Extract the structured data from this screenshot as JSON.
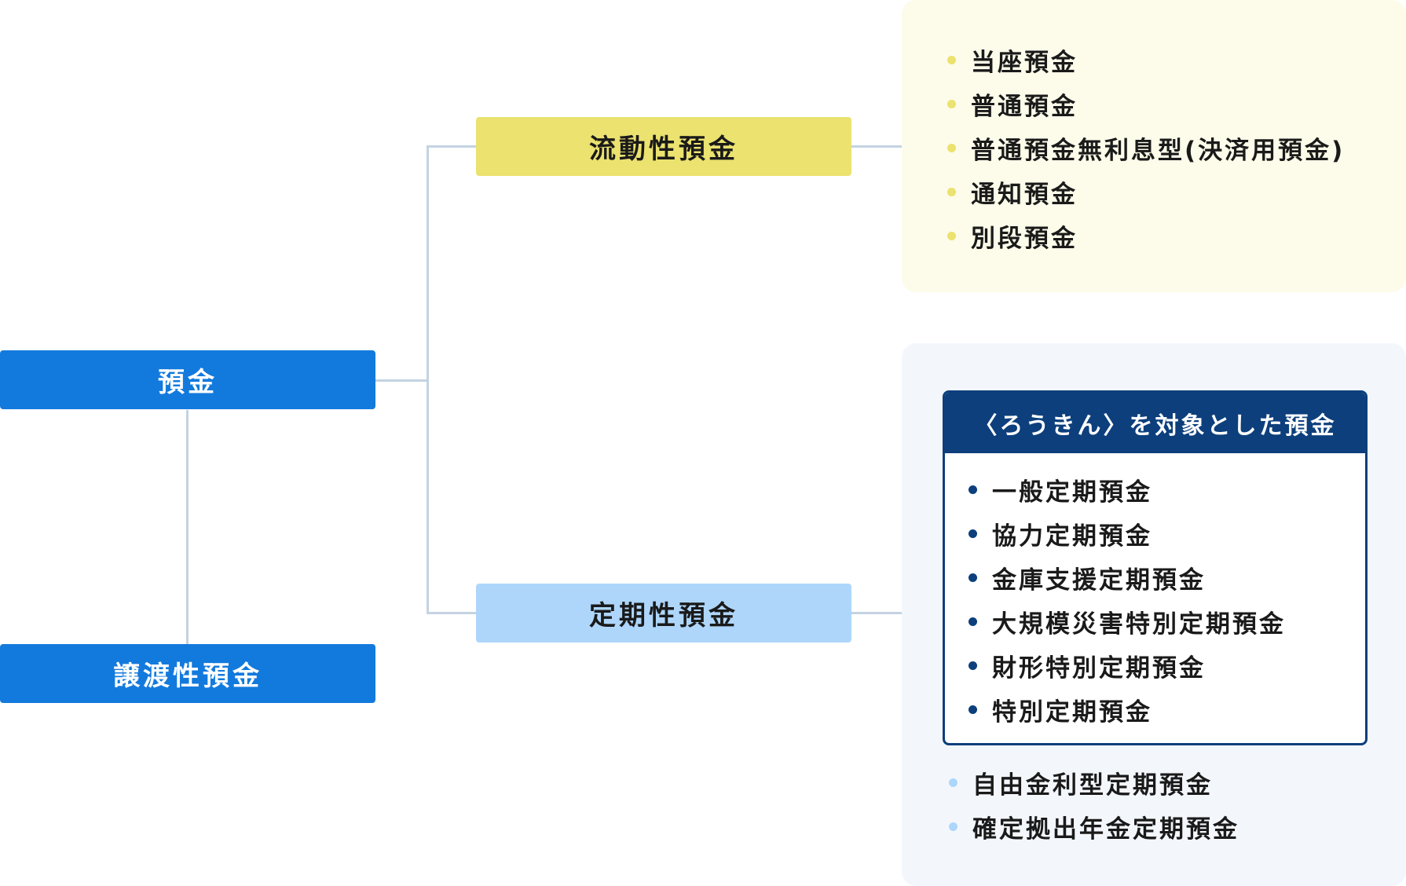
{
  "nodes": {
    "deposit": "預金",
    "transferable": "譲渡性預金",
    "liquid": "流動性預金",
    "fixed": "定期性預金"
  },
  "liquid_items": [
    "当座預金",
    "普通預金",
    "普通預金無利息型(決済用預金)",
    "通知預金",
    "別段預金"
  ],
  "rokin_box": {
    "title": "〈ろうきん〉を対象とした預金",
    "items": [
      "一般定期預金",
      "協力定期預金",
      "金庫支援定期預金",
      "大規模災害特別定期預金",
      "財形特別定期預金",
      "特別定期預金"
    ]
  },
  "fixed_other_items": [
    "自由金利型定期預金",
    "確定拠出年金定期預金"
  ],
  "colors": {
    "primary_blue": "#137add",
    "yellow": "#ebe26f",
    "light_blue": "#aed6fb",
    "navy": "#0d3f7c",
    "connector": "#c3d3e1",
    "panel_yellow": "#fdfcea",
    "panel_blue": "#f3f7fc"
  }
}
